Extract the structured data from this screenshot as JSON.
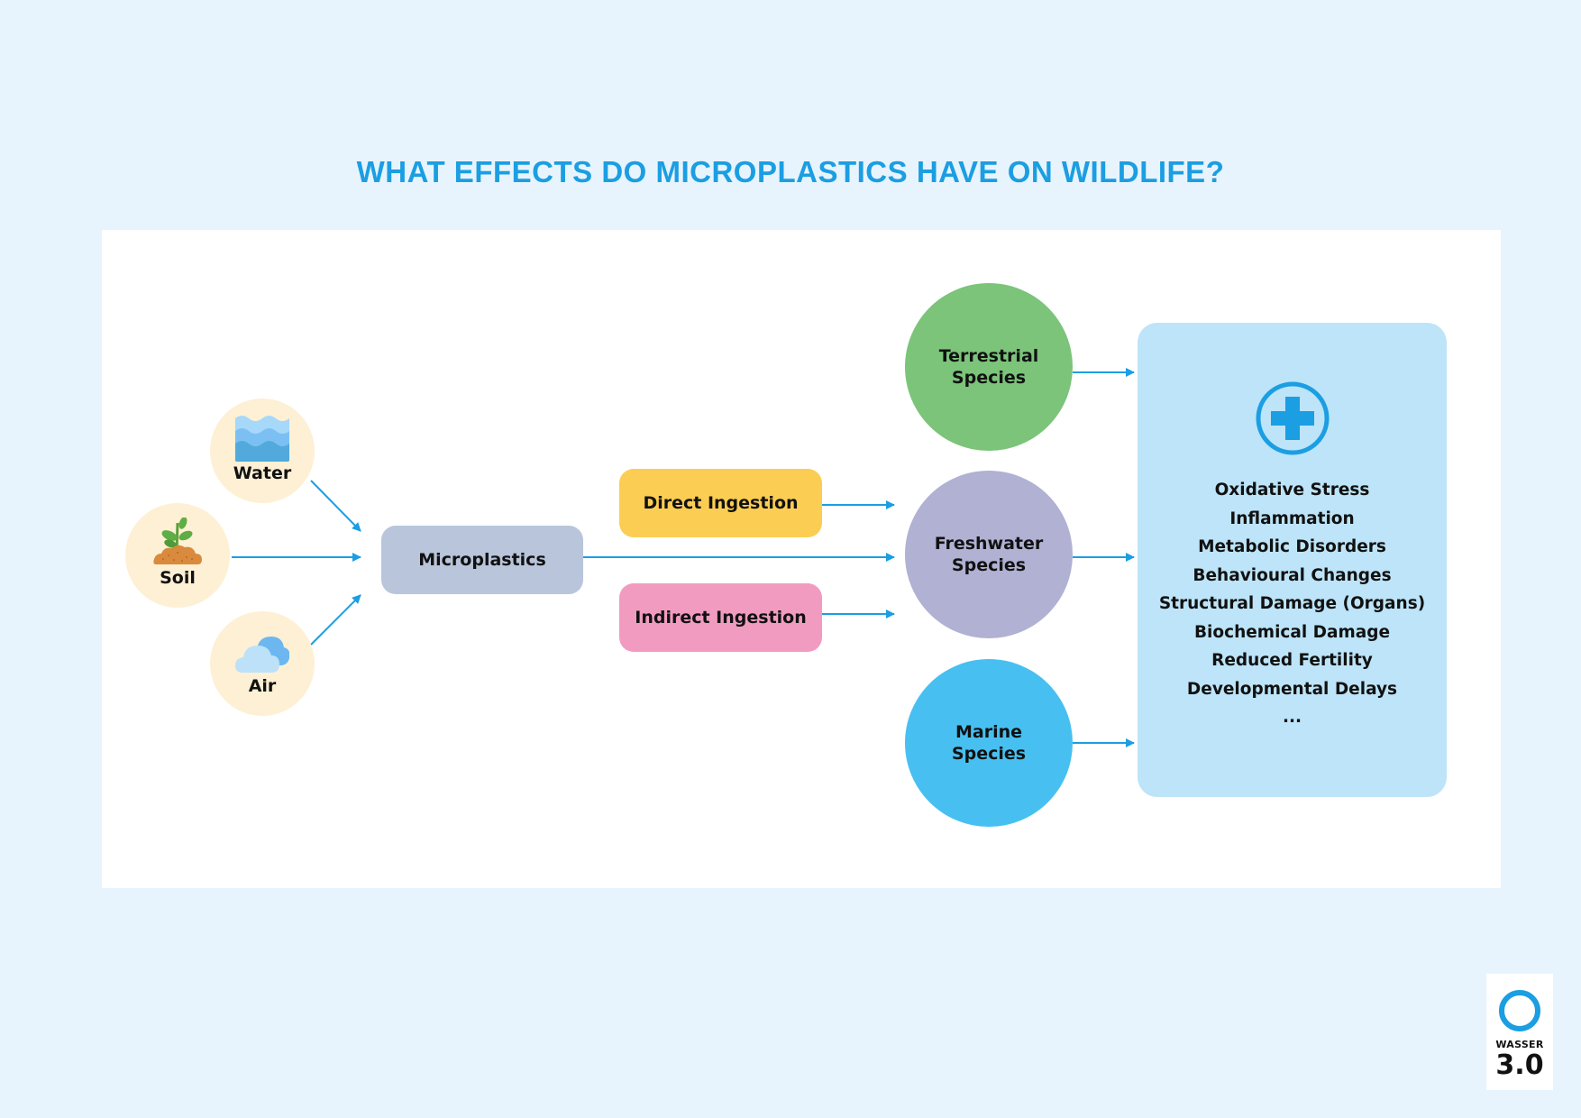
{
  "title": "WHAT EFFECTS DO MICROPLASTICS HAVE ON WILDLIFE?",
  "colors": {
    "background": "#e7f4fd",
    "panel": "#ffffff",
    "accent": "#1b9ee2",
    "arrow": "#1b9ee2",
    "source_circle": "#fdf0d4",
    "microplastics": "#b8c5db",
    "direct_ingestion": "#fbcd52",
    "indirect_ingestion": "#f29bc1",
    "terrestrial": "#7bc47a",
    "freshwater": "#b0b1d3",
    "marine": "#47c0f1",
    "effects_box": "#bde4f8"
  },
  "sources": [
    {
      "label": "Water",
      "icon": "water-waves-icon"
    },
    {
      "label": "Soil",
      "icon": "plant-in-soil-icon"
    },
    {
      "label": "Air",
      "icon": "cloud-icon"
    }
  ],
  "hub": {
    "label": "Microplastics"
  },
  "pathways": [
    {
      "label": "Direct Ingestion"
    },
    {
      "label": "Indirect Ingestion"
    }
  ],
  "species": [
    {
      "line1": "Terrestrial",
      "line2": "Species"
    },
    {
      "line1": "Freshwater",
      "line2": "Species"
    },
    {
      "line1": "Marine",
      "line2": "Species"
    }
  ],
  "effects": {
    "icon": "medical-cross-icon",
    "items": [
      "Oxidative Stress",
      "Inflammation",
      "Metabolic Disorders",
      "Behavioural Changes",
      "Structural Damage (Organs)",
      "Biochemical Damage",
      "Reduced Fertility",
      "Developmental Delays",
      "..."
    ]
  },
  "logo": {
    "word": "WASSER",
    "version": "3.0"
  }
}
